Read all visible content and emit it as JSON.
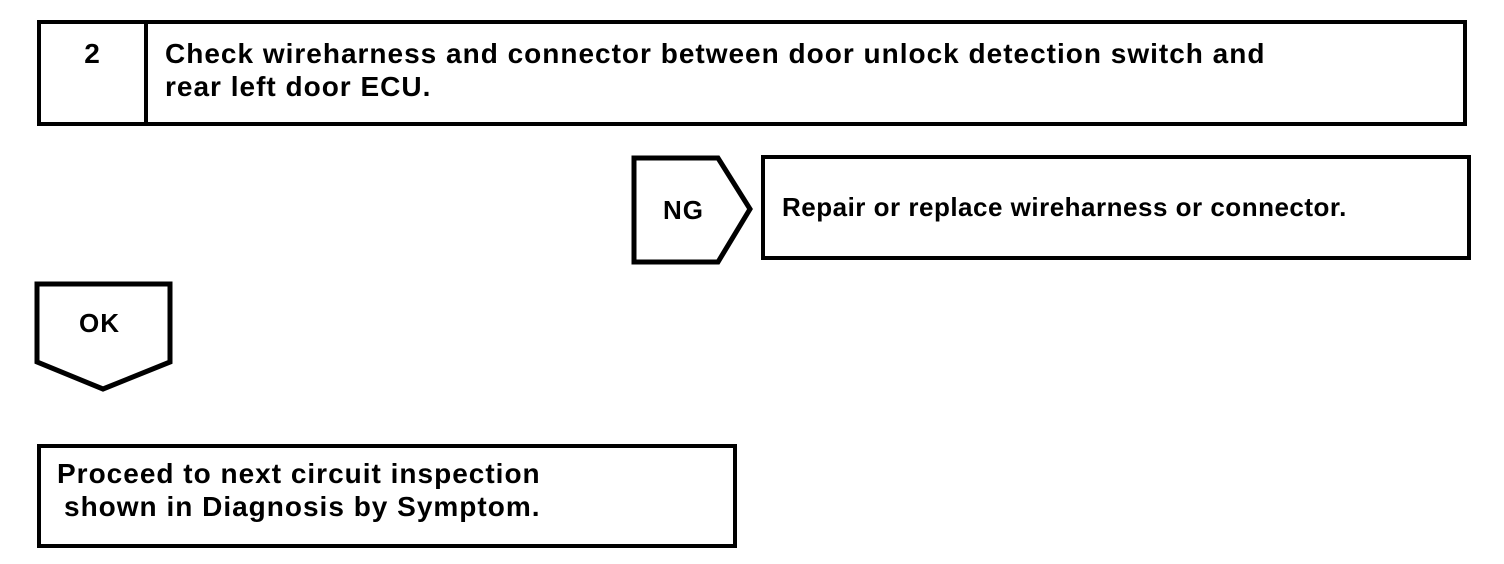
{
  "page": {
    "background": "#ffffff",
    "line_color": "#000000"
  },
  "step_box": {
    "number": "2",
    "lines": [
      "Check wireharness and connector between door unlock detection switch and",
      "rear left door ECU."
    ]
  },
  "ng_branch": {
    "label": "NG",
    "action": "Repair or replace wireharness or connector."
  },
  "ok_branch": {
    "label": "OK"
  },
  "result_box": {
    "lines": [
      "Proceed to next circuit inspection",
      "shown in Diagnosis by Symptom."
    ]
  }
}
